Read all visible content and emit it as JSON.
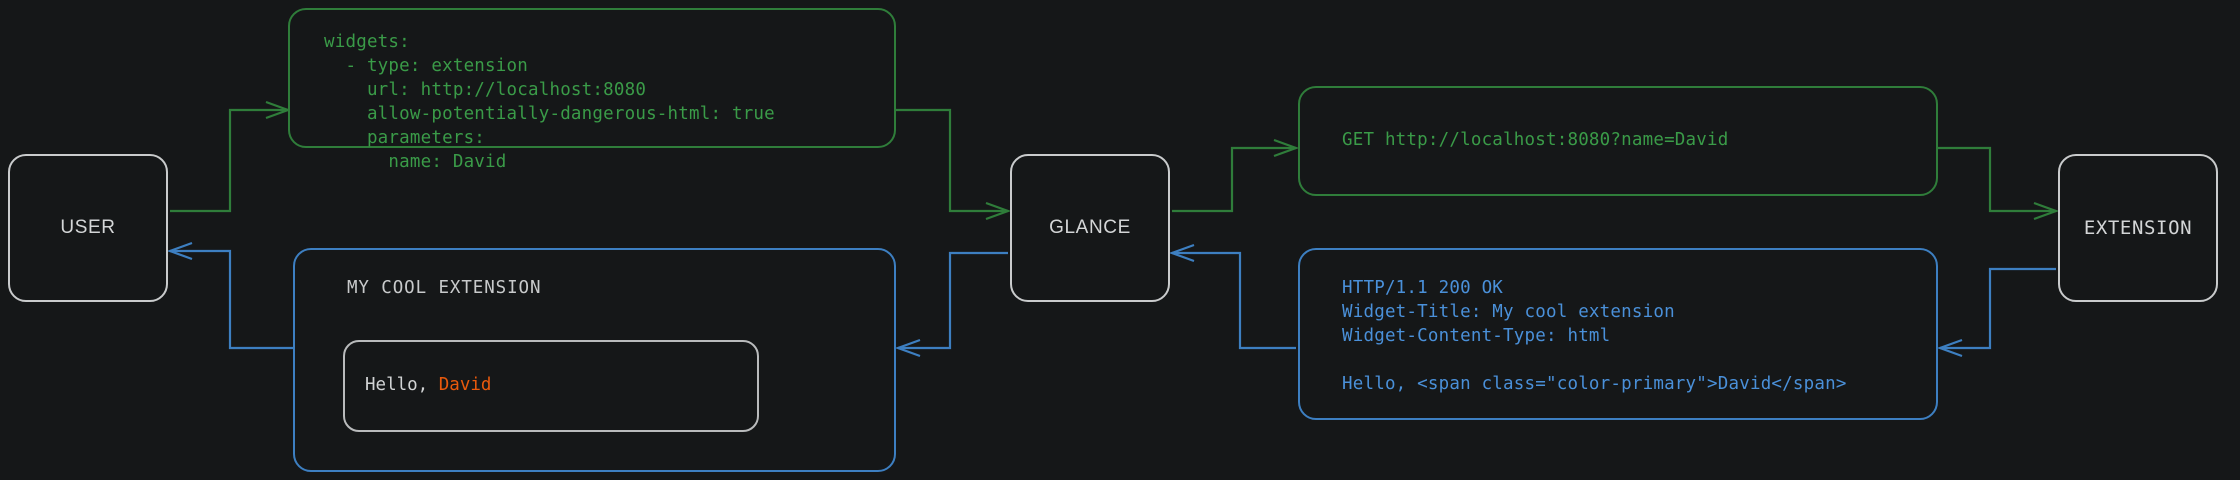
{
  "theme": {
    "background": "#151718",
    "node_border": "#c9cbcc",
    "node_text": "#d4d6d7",
    "request_green": "#3a9b48",
    "request_green_border": "#2f7d3a",
    "response_blue": "#4a90d9",
    "response_blue_border": "#3d7fc1",
    "accent_orange": "#e8590c",
    "widget_border": "#b9bbbc"
  },
  "nodes": {
    "user": {
      "label": "USER"
    },
    "glance": {
      "label": "GLANCE"
    },
    "extension": {
      "label": "EXTENSION"
    }
  },
  "panels": {
    "yaml_config": {
      "kind": "request",
      "text": "widgets:\n  - type: extension\n    url: http://localhost:8080\n    allow-potentially-dangerous-html: true\n    parameters:\n      name: David"
    },
    "http_request": {
      "kind": "request",
      "text": "GET http://localhost:8080?name=David"
    },
    "http_response": {
      "kind": "response",
      "text": "HTTP/1.1 200 OK\nWidget-Title: My cool extension\nWidget-Content-Type: html\n\nHello, <span class=\"color-primary\">David</span>"
    },
    "rendered_widget": {
      "kind": "response",
      "title": "MY COOL EXTENSION",
      "body_prefix": "Hello, ",
      "body_name": "David"
    }
  },
  "connectors": [
    {
      "name": "user-to-yaml",
      "color": "request"
    },
    {
      "name": "yaml-to-glance",
      "color": "request"
    },
    {
      "name": "glance-to-get",
      "color": "request"
    },
    {
      "name": "get-to-extension",
      "color": "request"
    },
    {
      "name": "extension-to-response",
      "color": "response"
    },
    {
      "name": "response-to-glance",
      "color": "response"
    },
    {
      "name": "glance-to-widget",
      "color": "response"
    },
    {
      "name": "widget-to-user",
      "color": "response"
    }
  ]
}
